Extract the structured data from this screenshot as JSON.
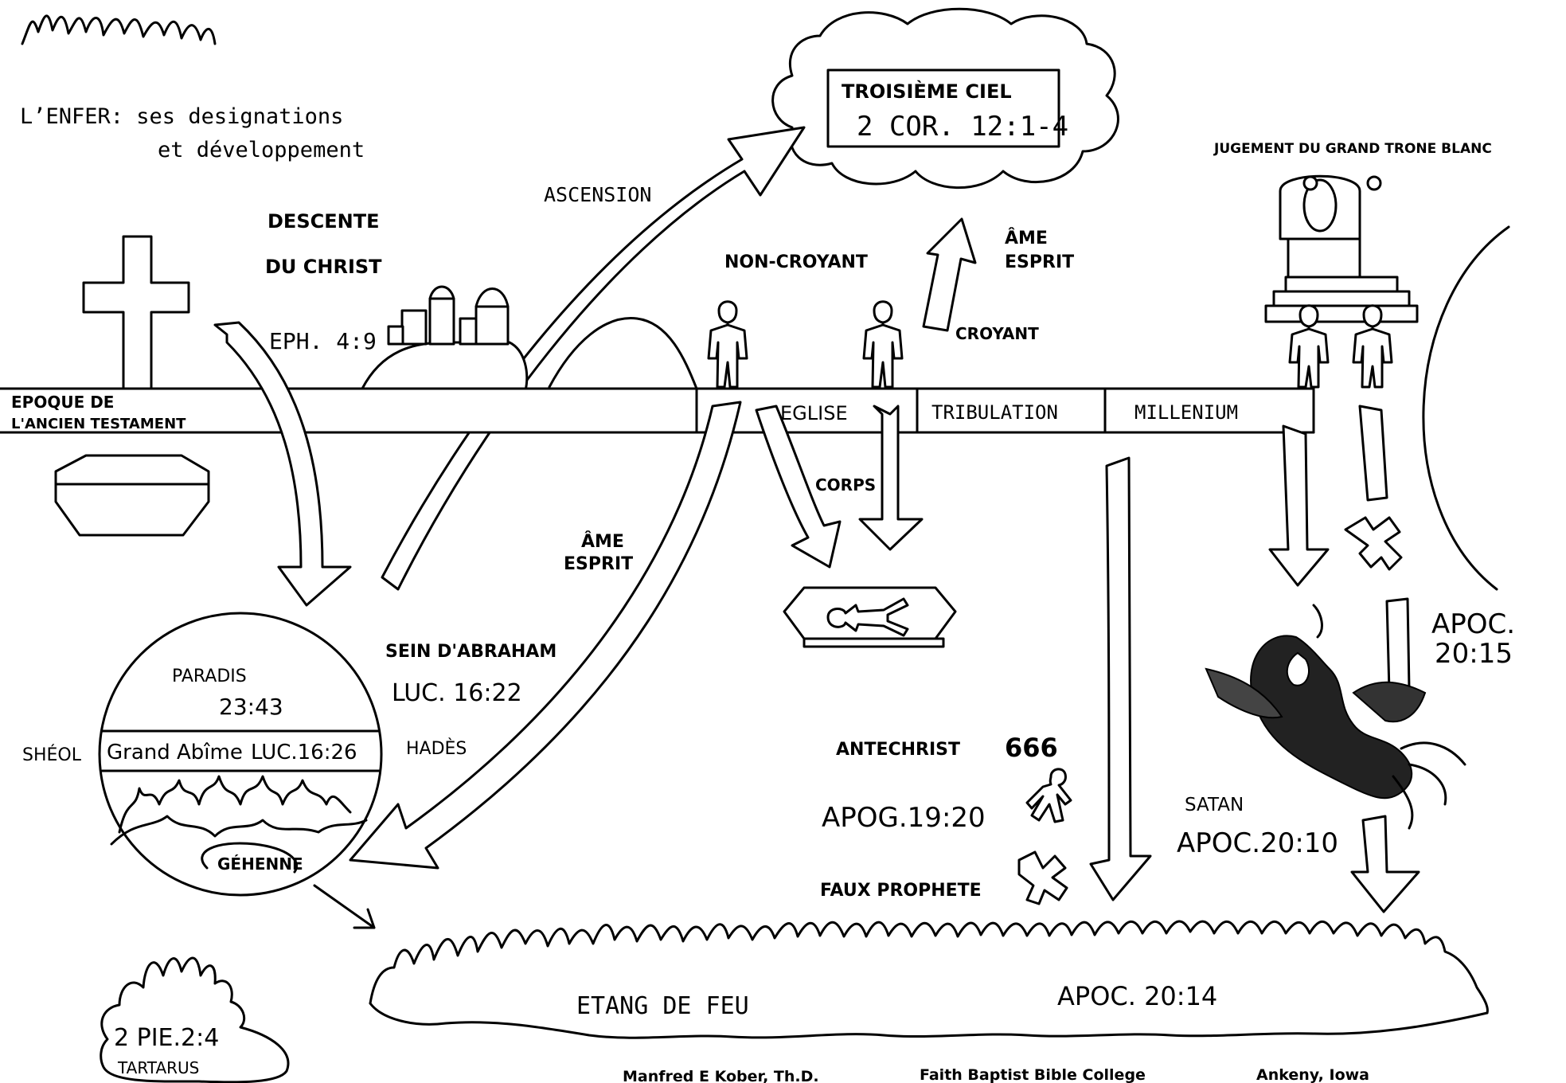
{
  "title": {
    "line1": "L’ENFER:  ses designations",
    "line2": "et développement"
  },
  "heaven": {
    "title": "TROISIÈME CIEL",
    "ref": "2 COR. 12:1-4"
  },
  "labels": {
    "ascension": "ASCENSION",
    "descente_line1": "DESCENTE",
    "descente_line2": "DU CHRIST",
    "eph_ref": "EPH. 4:9",
    "non_croyant": "NON-CROYANT",
    "croyant": "CROYANT",
    "ame_esprit_up_1": "ÂME",
    "ame_esprit_up_2": "ESPRIT",
    "ame_esprit_down_1": "ÂME",
    "ame_esprit_down_2": "ESPRIT",
    "corps": "CORPS",
    "jugement": "JUGEMENT DU GRAND TRONE BLANC",
    "sein_abraham": "SEIN D'ABRAHAM",
    "luc_ref": "LUC. 16:22",
    "hades": "HADÈS",
    "sheol": "SHÉOL",
    "antechrist": "ANTECHRIST",
    "number_666": "666",
    "apoc_19_20": "APOG.19:20",
    "faux_prophete": "FAUX PROPHETE",
    "satan": "SATAN",
    "apoc_20_10": "APOC.20:10",
    "apoc_20_15_a": "APOC.",
    "apoc_20_15_b": "20:15",
    "etang": "ETANG DE FEU",
    "apoc_20_14": "APOC. 20:14",
    "tartarus_ref": "2 PIE.2:4",
    "tartarus": "TARTARUS"
  },
  "timeline": {
    "ancien_line1": "EPOQUE  DE",
    "ancien_line2": "L'ANCIEN TESTAMENT",
    "eglise": "EGLISE",
    "tribulation": "TRIBULATION",
    "millenium": "MILLENIUM"
  },
  "sheol_circle": {
    "paradis": "PARADIS",
    "paradis_ref": "23:43",
    "grand_abime": "Grand Abîme",
    "grand_abime_ref": "LUC.16:26",
    "gehenne": "GÉHENNE"
  },
  "footer": {
    "author": "Manfred  E  Kober, Th.D.",
    "college": "Faith  Baptist  Bible  College",
    "location": "Ankeny,  Iowa"
  }
}
